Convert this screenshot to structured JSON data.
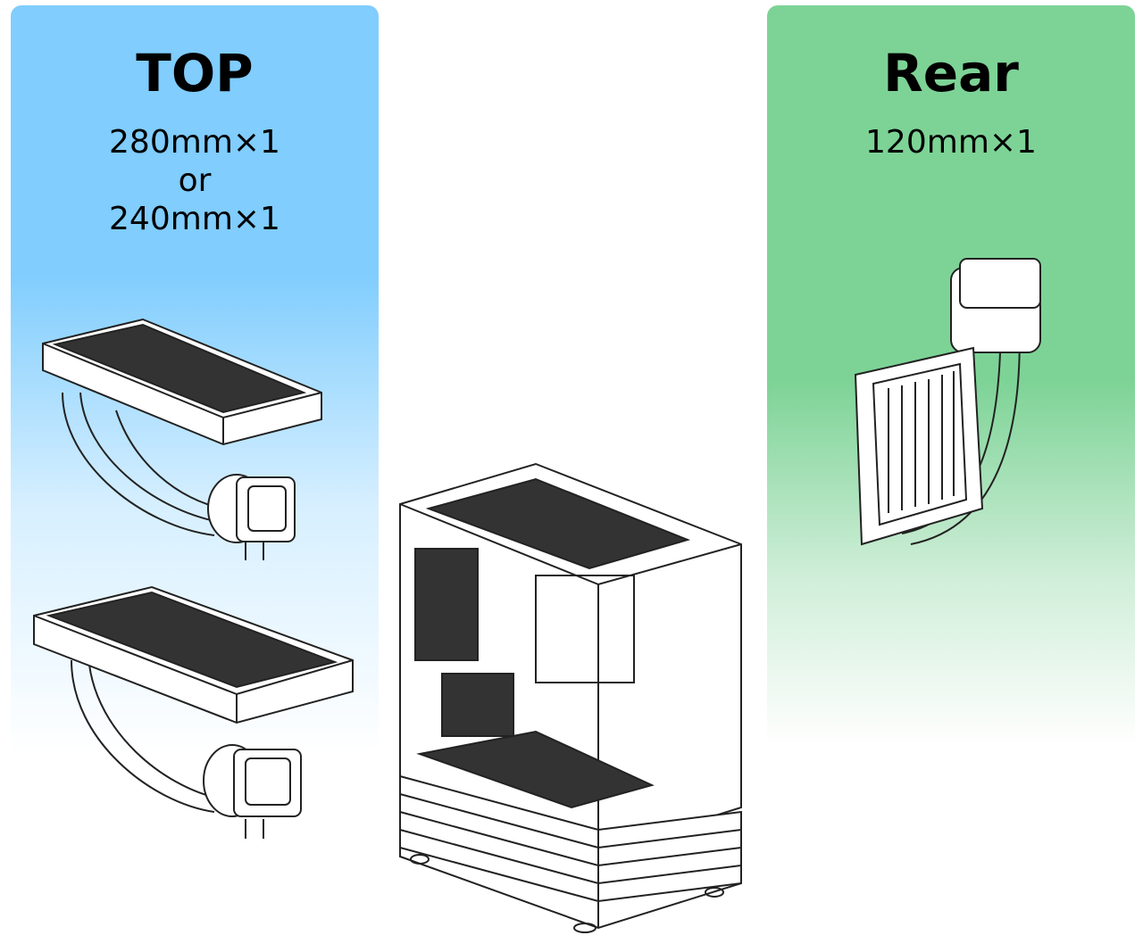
{
  "top": {
    "title": "TOP",
    "specs": [
      "280mm×1",
      "or",
      "240mm×1"
    ],
    "color": "#80cdfe"
  },
  "rear": {
    "title": "Rear",
    "specs": [
      "120mm×1"
    ],
    "color": "#7dd396"
  }
}
